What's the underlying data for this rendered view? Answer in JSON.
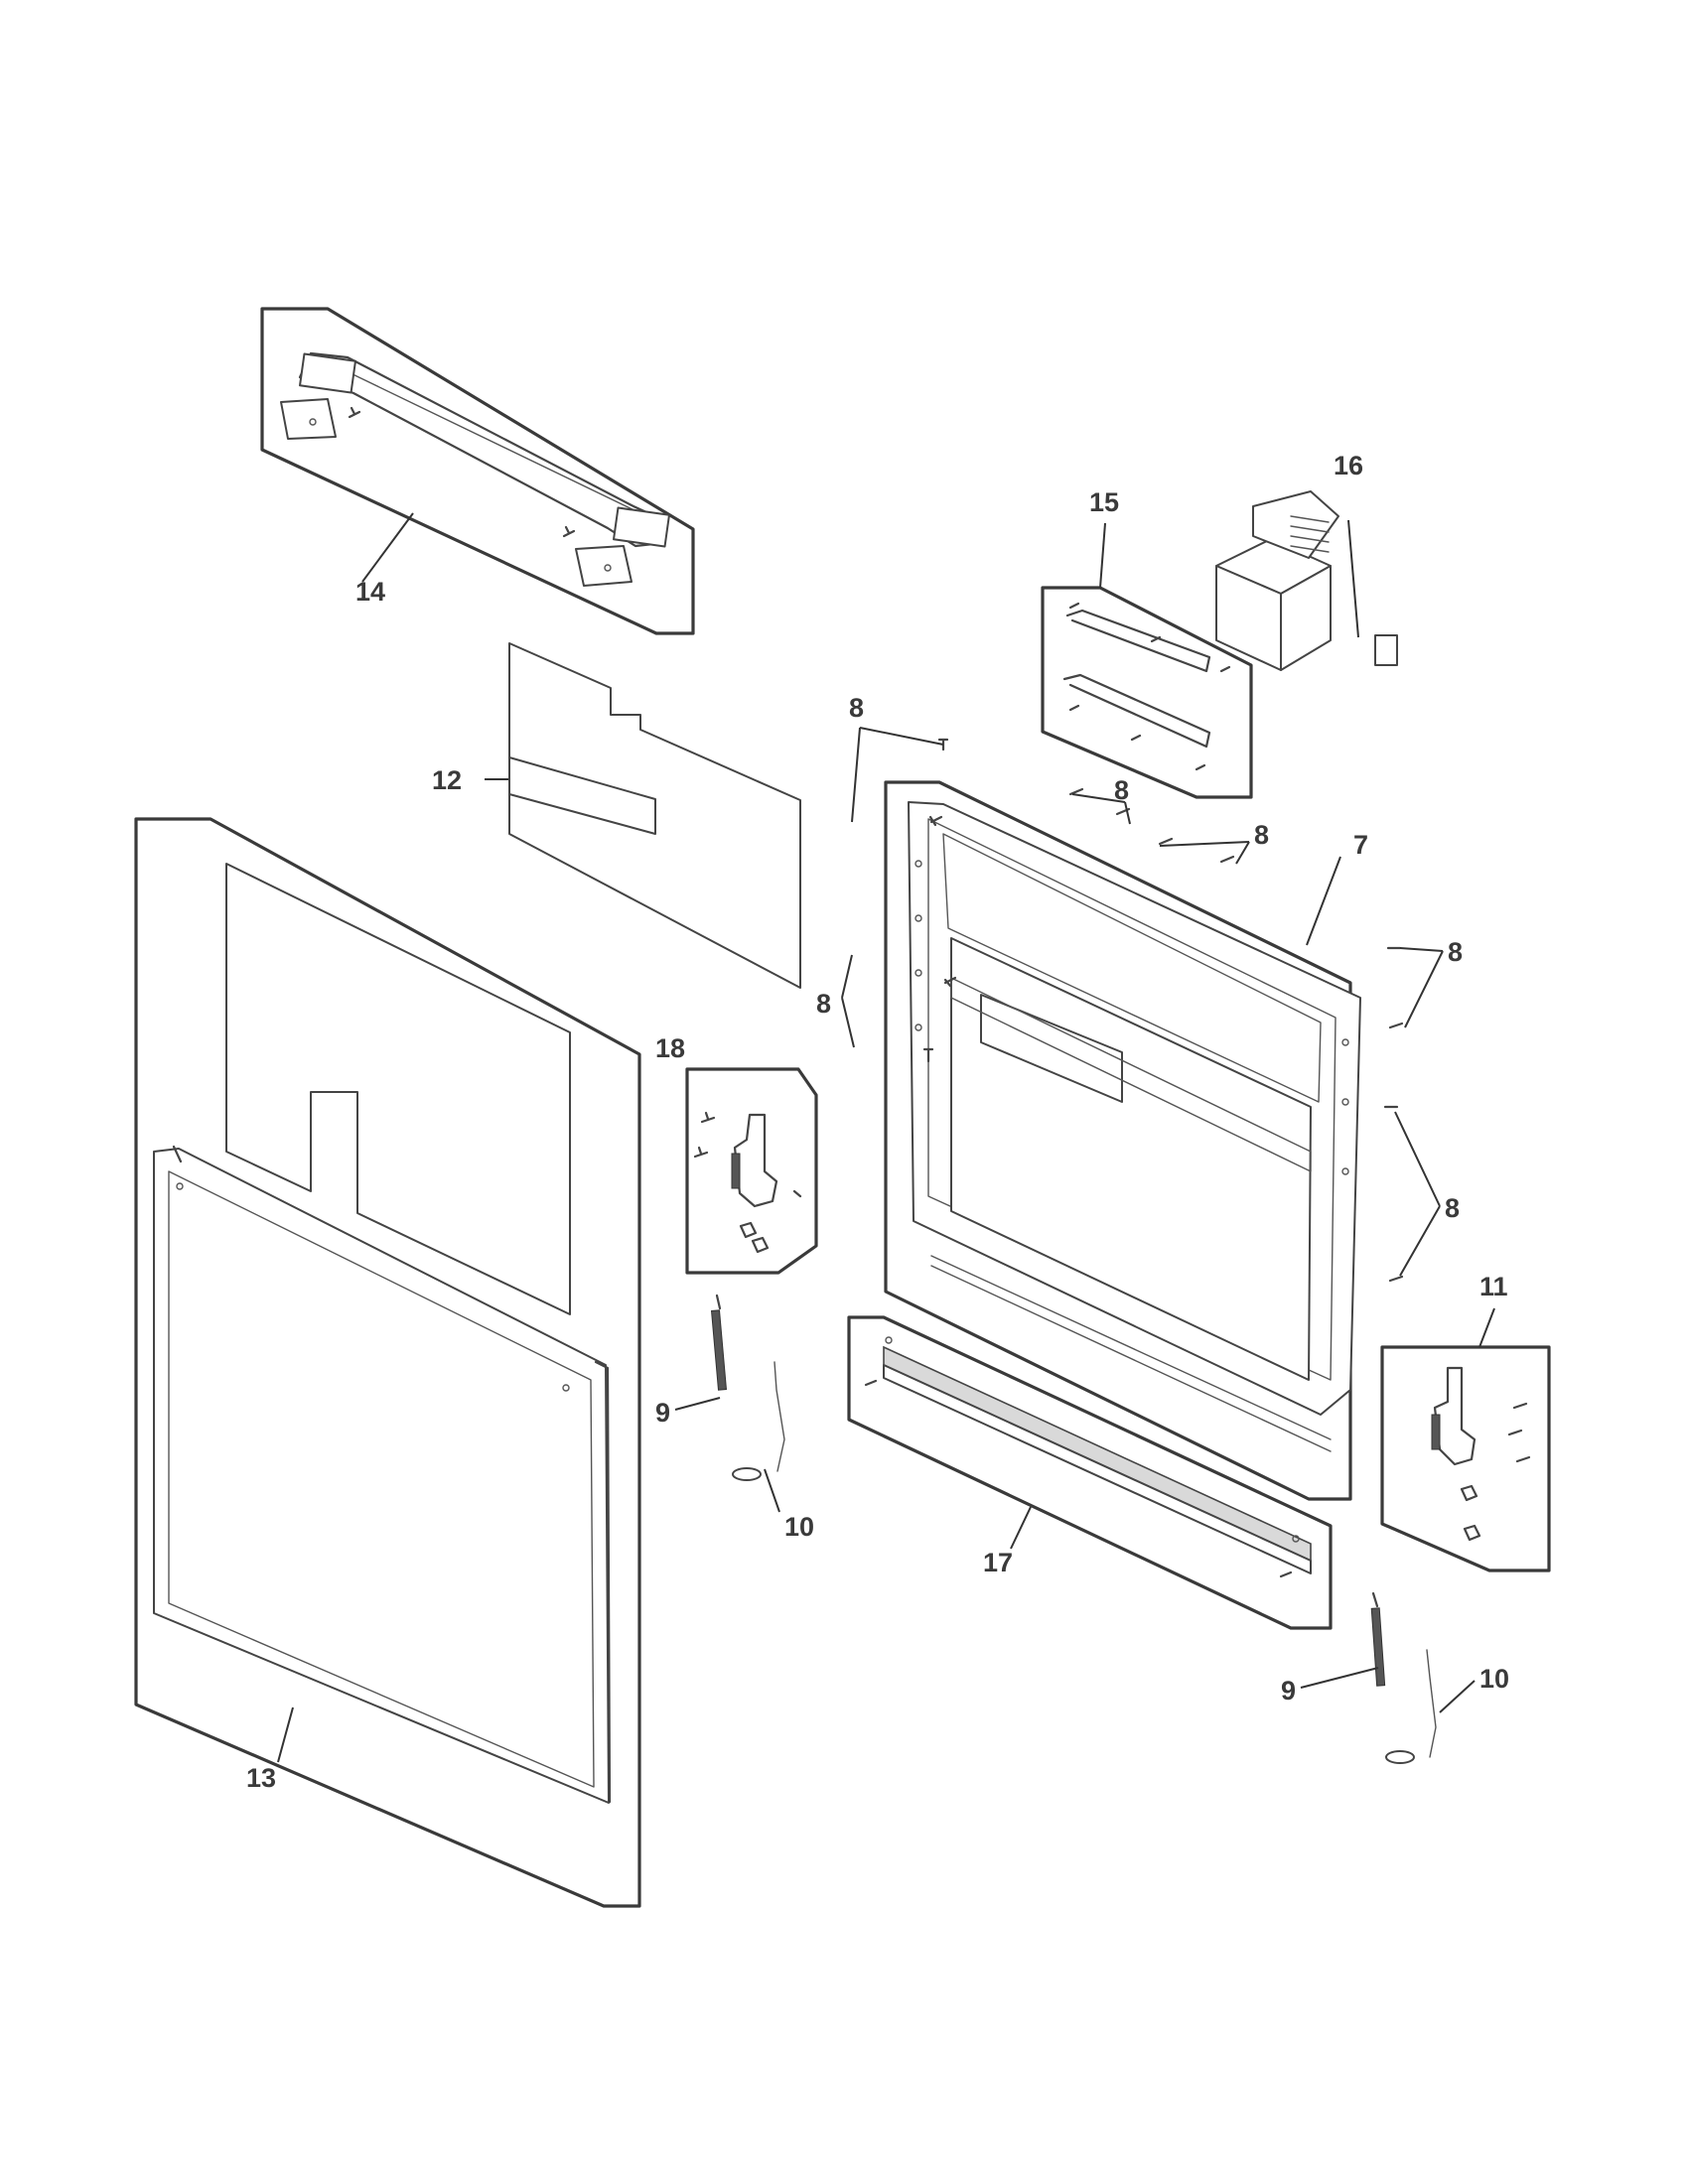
{
  "diagram": {
    "callouts": {
      "c7": "7",
      "c8a": "8",
      "c8b": "8",
      "c8c": "8",
      "c8d": "8",
      "c8e": "8",
      "c8f": "8",
      "c9a": "9",
      "c9b": "9",
      "c10a": "10",
      "c10b": "10",
      "c11": "11",
      "c12": "12",
      "c13": "13",
      "c14": "14",
      "c15": "15",
      "c16": "16",
      "c17": "17",
      "c18": "18"
    },
    "colors": {
      "line": "#3a3a3a",
      "shade": "#d9d9d9",
      "paper": "#ffffff"
    }
  }
}
